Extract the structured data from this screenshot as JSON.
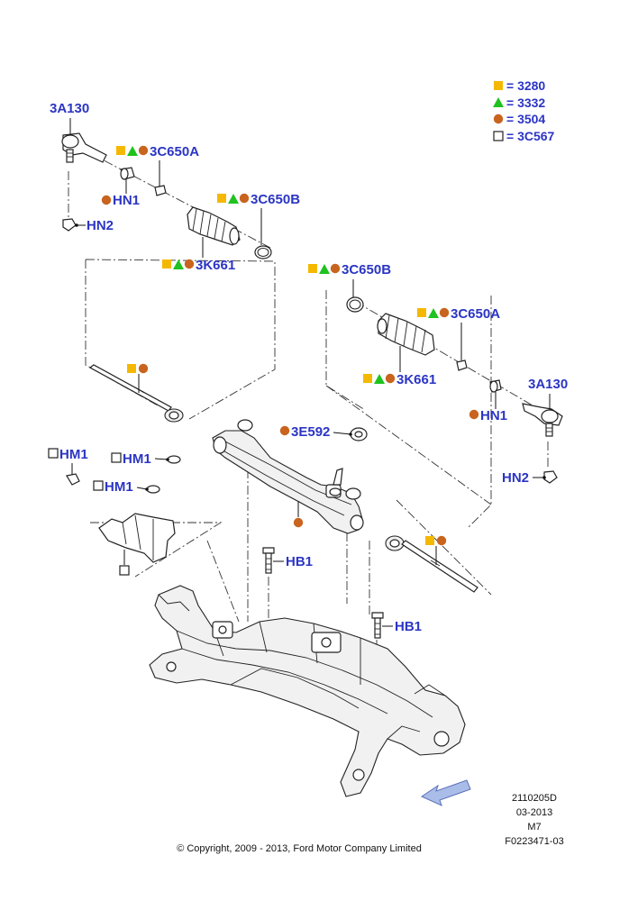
{
  "colors": {
    "label": "#2b35c4",
    "square": "#f5b800",
    "triangle": "#1fc21f",
    "circle": "#c8641e",
    "outline_square": "#222222",
    "arrow": "#aabde8"
  },
  "legend": [
    {
      "symbol": "square",
      "text": "= 3280"
    },
    {
      "symbol": "triangle",
      "text": "= 3332"
    },
    {
      "symbol": "circle",
      "text": "= 3504"
    },
    {
      "symbol": "outline-square",
      "text": "= 3C567"
    }
  ],
  "callouts": {
    "tie_rod_end_left": "3A130",
    "nut_hn1_left": "HN1",
    "nut_hn2_left": "HN2",
    "jam_nut_left": "3C650A",
    "clamp_left": "3C650B",
    "boot_left": "3K661",
    "clamp_right": "3C650B",
    "jam_nut_right": "3C650A",
    "boot_right": "3K661",
    "tie_rod_end_right": "3A130",
    "nut_hn1_right": "HN1",
    "nut_hn2_right": "HN2",
    "mount_bushing": "3E592",
    "hm1_a": "HM1",
    "hm1_b": "HM1",
    "hm1_c": "HM1",
    "bolt_hb1_a": "HB1",
    "bolt_hb1_b": "HB1"
  },
  "footer": {
    "code1": "2110205D",
    "code2": "03-2013",
    "code3": "M7",
    "code4": "F0223471-03",
    "copyright": "© Copyright, 2009 - 2013, Ford Motor Company Limited"
  }
}
